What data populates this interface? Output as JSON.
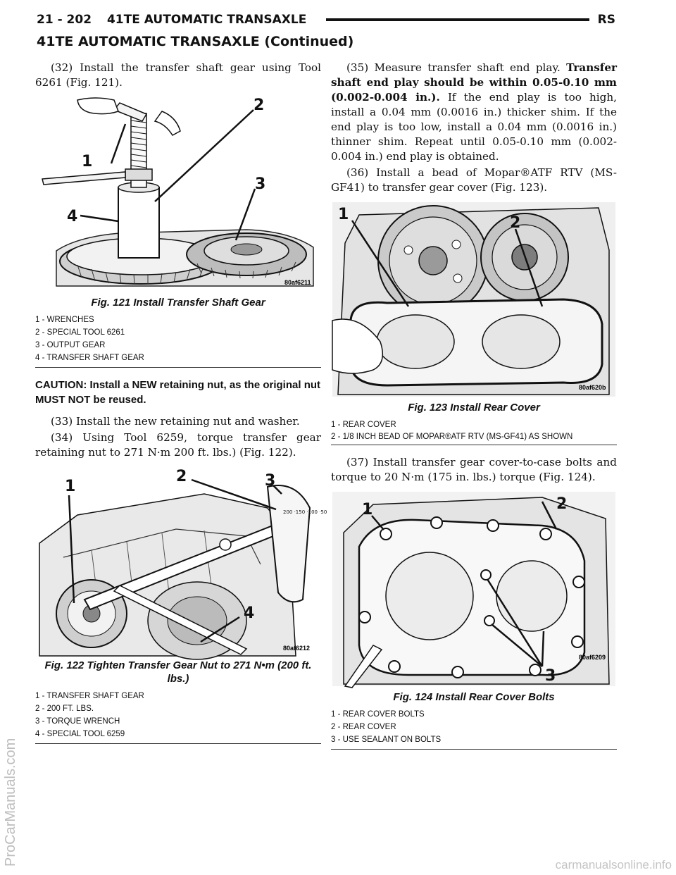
{
  "header": {
    "page_number": "21 - 202",
    "manual_section": "41TE AUTOMATIC TRANSAXLE",
    "model_code": "RS"
  },
  "section_title": "41TE AUTOMATIC TRANSAXLE (Continued)",
  "left_column": {
    "step32": "(32) Install the transfer shaft gear using Tool 6261 (Fig. 121).",
    "fig121": {
      "image_id": "80af6211",
      "caption": "Fig. 121 Install Transfer Shaft Gear",
      "callouts": [
        "1",
        "2",
        "3",
        "4"
      ],
      "legend": [
        "1 - WRENCHES",
        "2 - SPECIAL TOOL 6261",
        "3 - OUTPUT GEAR",
        "4 - TRANSFER SHAFT GEAR"
      ]
    },
    "caution": "CAUTION: Install a NEW retaining nut, as the original nut MUST NOT be reused.",
    "step33": "(33) Install the new retaining nut and washer.",
    "step34": "(34) Using Tool 6259, torque transfer gear retaining nut to 271 N·m 200 ft. lbs.) (Fig. 122).",
    "fig122": {
      "image_id": "80af6212",
      "dial_text": "200 ·150 ·100 ·50",
      "caption": "Fig. 122 Tighten Transfer Gear Nut to 271 N•m (200 ft. lbs.)",
      "callouts": [
        "1",
        "2",
        "3",
        "4"
      ],
      "legend": [
        "1 - TRANSFER SHAFT GEAR",
        "2 - 200 FT. LBS.",
        "3 - TORQUE WRENCH",
        "4 - SPECIAL TOOL 6259"
      ]
    }
  },
  "right_column": {
    "step35_lead": "(35) Measure transfer shaft end play.",
    "step35_bold": "Transfer shaft end play should be within 0.05-0.10 mm (0.002-0.004 in.).",
    "step35_rest": "If the end play is too high, install a 0.04 mm (0.0016 in.) thicker shim. If the end play is too low, install a 0.04 mm (0.0016 in.) thinner shim. Repeat until 0.05-0.10 mm (0.002-0.004 in.) end play is obtained.",
    "step36": "(36) Install a bead of Mopar®ATF RTV (MS-GF41) to transfer gear cover (Fig. 123).",
    "fig123": {
      "image_id": "80af620b",
      "caption": "Fig. 123 Install Rear Cover",
      "callouts": [
        "1",
        "2"
      ],
      "legend": [
        "1 - REAR COVER",
        "2 - 1/8 INCH BEAD OF MOPAR®ATF RTV (MS-GF41) AS SHOWN"
      ]
    },
    "step37": "(37) Install transfer gear cover-to-case bolts and torque to 20 N·m (175 in. lbs.) torque (Fig. 124).",
    "fig124": {
      "image_id": "80af6209",
      "caption": "Fig. 124 Install Rear Cover Bolts",
      "callouts": [
        "1",
        "2",
        "3"
      ],
      "legend": [
        "1 - REAR COVER BOLTS",
        "2 - REAR COVER",
        "3 - USE SEALANT ON BOLTS"
      ]
    }
  },
  "watermarks": {
    "side": "ProCarManuals.com",
    "bottom": "carmanualsonline.info"
  }
}
